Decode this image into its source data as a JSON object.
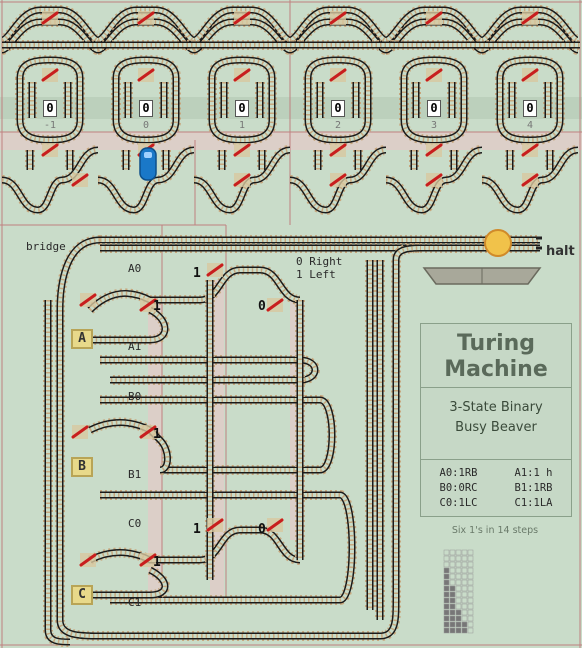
{
  "title": {
    "line1": "Turing",
    "line2": "Machine"
  },
  "subtitle": {
    "line1": "3-State Binary",
    "line2": "Busy Beaver"
  },
  "rules": [
    {
      "a": "A0:1RB",
      "b": "A1:1 h"
    },
    {
      "a": "B0:0RC",
      "b": "B1:1RB"
    },
    {
      "a": "C0:1LC",
      "b": "C1:1LA"
    }
  ],
  "summary": "Six 1's in 14 steps",
  "labels": {
    "bridge": "bridge",
    "halt": "halt",
    "a0": "A0",
    "a1": "A1",
    "b0": "B0",
    "b1": "B1",
    "c0": "C0",
    "c1": "C1",
    "dir0": "0 Right",
    "dir1": "1 Left"
  },
  "states": [
    "A",
    "B",
    "C"
  ],
  "tape": {
    "cells": [
      "0",
      "0",
      "0",
      "0",
      "0",
      "0"
    ],
    "indices": [
      "-1",
      "0",
      "1",
      "2",
      "3",
      "4"
    ]
  },
  "bits": {
    "a_write": "1",
    "a_read": "1",
    "a_zero": "0",
    "b_read": "1",
    "c_write": "1",
    "c_read": "1",
    "c_zero": "0"
  },
  "colors": {
    "background": "#c9dcc9",
    "rail": "#1a1a1a",
    "sleeper": "#c7a77e",
    "switch": "#c81e1e",
    "train": "#1a78c8",
    "state_box": "#e8d98a"
  }
}
